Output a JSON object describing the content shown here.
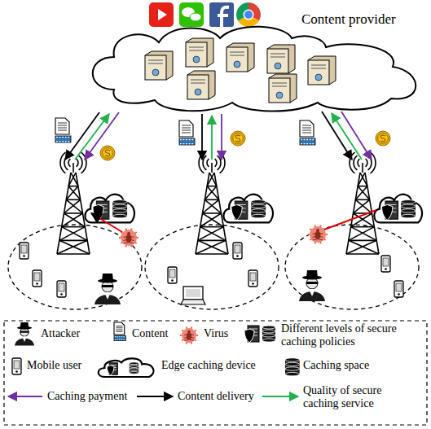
{
  "diagram": {
    "nodes": [
      {
        "text": [
          "Content provider"
        ]
      }
    ],
    "legend": [
      {
        "text": "Attacker"
      },
      {
        "text": "Content"
      },
      {
        "text": "Virus"
      },
      {
        "text": "Different levels of secure caching policies"
      },
      {
        "text": "Mobile user"
      },
      {
        "text": "Edge caching device"
      },
      {
        "text": "Caching space"
      },
      {
        "text": "Caching payment"
      },
      {
        "text": "Content delivery"
      },
      {
        "text": "Quality of secure caching service"
      }
    ]
  }
}
